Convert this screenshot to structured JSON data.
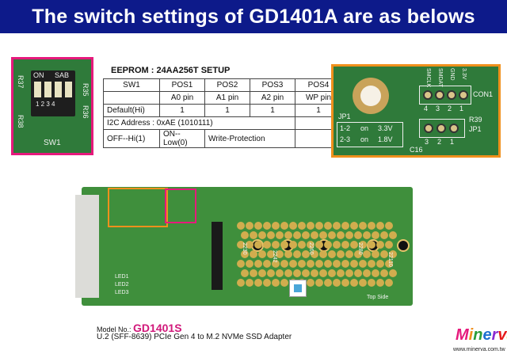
{
  "header": {
    "title": "The switch settings of GD1401A are as belows"
  },
  "switch_photo": {
    "labels": {
      "on": "ON",
      "sab": "SAB",
      "positions": "1 2 3 4",
      "name": "SW1",
      "r37": "R37",
      "r38": "R38",
      "r35": "R35",
      "r36": "R36"
    }
  },
  "eeprom": {
    "title": "EEPROM : 24AA256T SETUP",
    "headers": [
      "SW1",
      "POS1",
      "POS2",
      "POS3",
      "POS4"
    ],
    "pins": [
      "A0 pin",
      "A1 pin",
      "A2 pin",
      "WP pin"
    ],
    "default_label": "Default(Hi)",
    "default_values": [
      "1",
      "1",
      "1",
      "1"
    ],
    "i2c": "I2C Address : 0xAE (1010111)",
    "legend": [
      "OFF--Hi(1)",
      "ON--Low(0)",
      "Write-Protection"
    ]
  },
  "jumper_photo": {
    "con1": "CON1",
    "jp1": "JP1",
    "r39": "R39",
    "c16": "C16",
    "pin_labels_top": [
      "SMCLK",
      "SMDAT",
      "GND",
      "3.3V"
    ],
    "pin_numbers_top": [
      "4",
      "3",
      "2",
      "1"
    ],
    "pin_numbers_bottom": [
      "3",
      "2",
      "1"
    ],
    "settings": [
      {
        "pins": "1-2",
        "state": "on",
        "voltage": "3.3V"
      },
      {
        "pins": "2-3",
        "state": "on",
        "voltage": "1.8V"
      }
    ]
  },
  "board": {
    "sizes": [
      "2230",
      "2242",
      "2260",
      "2280",
      "22110"
    ],
    "top_side": "Top Side",
    "led_labels": [
      "LED1",
      "LED2",
      "LED3"
    ]
  },
  "footer": {
    "model_prefix": "Model No.:",
    "model": "GD1401S",
    "description": "U.2 (SFF-8639) PCIe Gen 4 to M.2 NVMe SSD Adapter",
    "brand": "Minerva",
    "url": "www.minerva.com.tw"
  },
  "colors": {
    "banner": "#0d1a8a",
    "highlight_pink": "#e6197c",
    "highlight_orange": "#f0901c",
    "pcb": "#3f8f3c"
  }
}
